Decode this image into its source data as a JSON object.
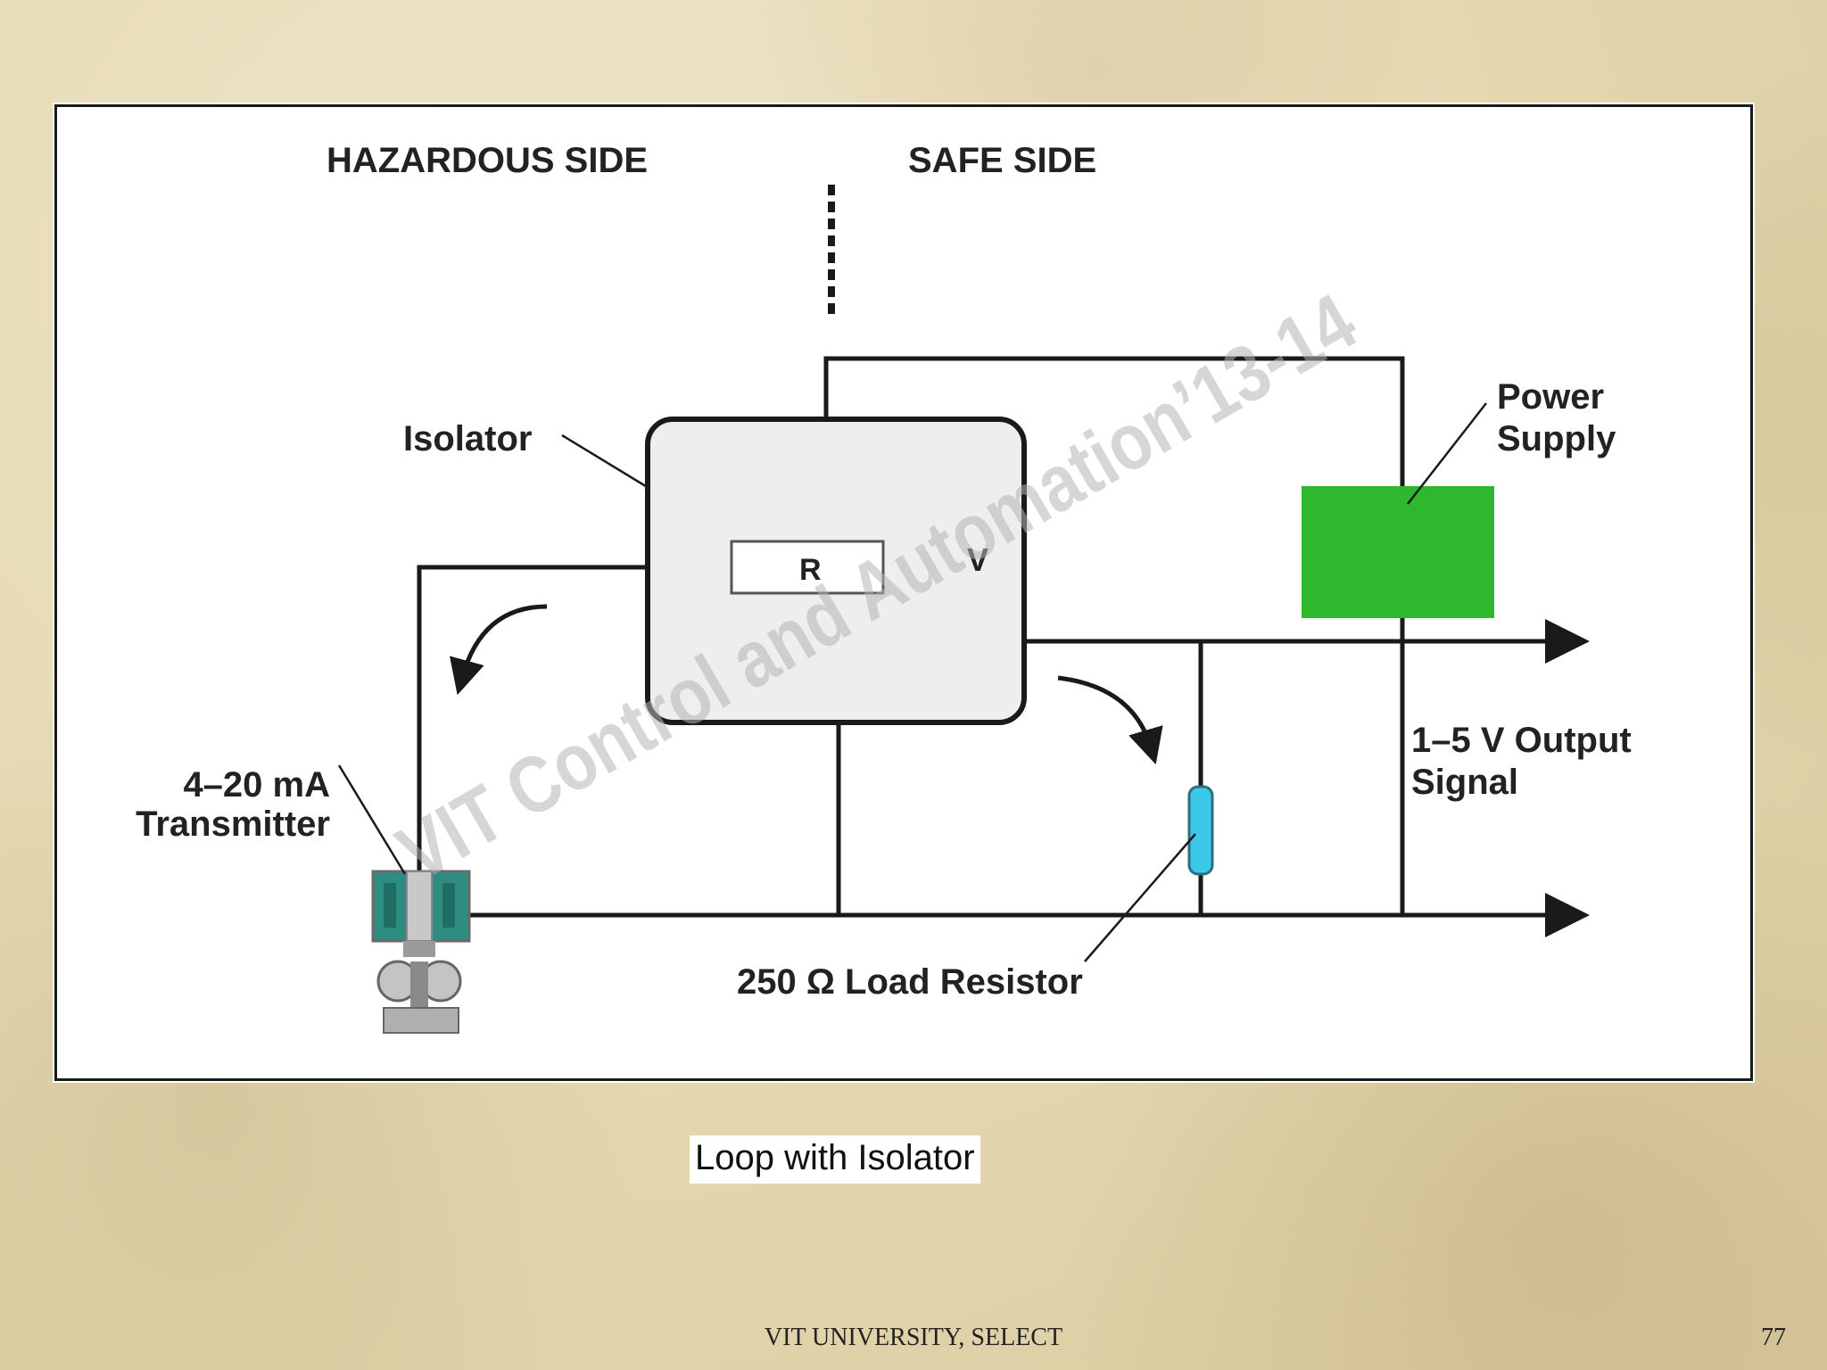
{
  "diagram": {
    "hazardous_label": "HAZARDOUS SIDE",
    "safe_label": "SAFE SIDE",
    "isolator_label": "Isolator",
    "resistor_label": "R",
    "voltage_label": "V",
    "power_supply_line1": "Power",
    "power_supply_line2": "Supply",
    "transmitter_line1": "4–20 mA",
    "transmitter_line2": "Transmitter",
    "output_line1": "1–5 V Output",
    "output_line2": "Signal",
    "load_resistor_label": "250 Ω Load Resistor",
    "watermark": "VIT Control and Automation’13-14",
    "colors": {
      "power_supply": "#2db82d",
      "isolator_fill": "#eceef0",
      "load_resistor": "#3cc8e8",
      "transmitter": "#2e8c80"
    }
  },
  "caption": "Loop with Isolator",
  "footer": {
    "center": "VIT UNIVERSITY, SELECT",
    "page_number": "77"
  }
}
